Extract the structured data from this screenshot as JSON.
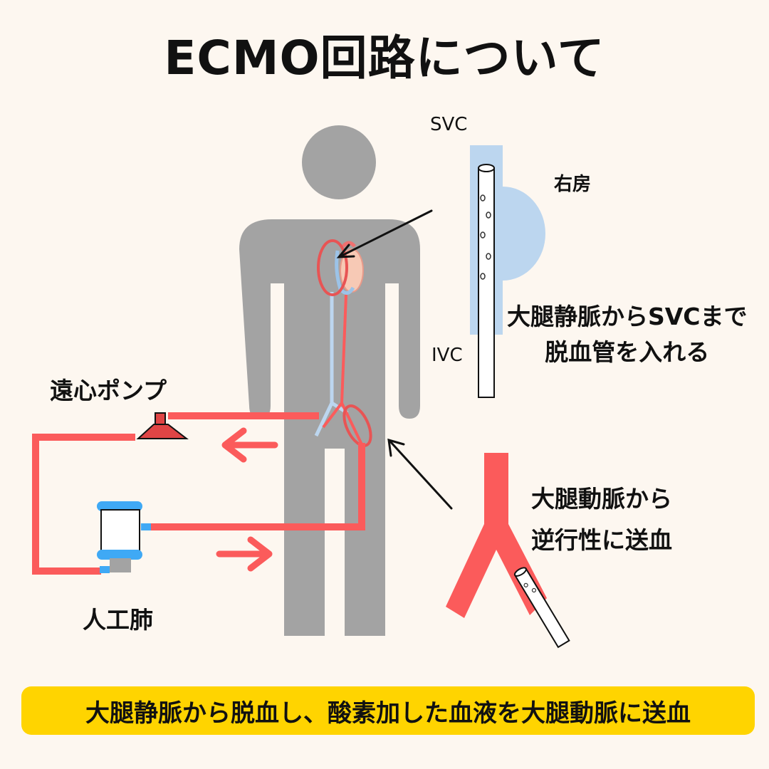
{
  "title": "ECMO回路について",
  "labels": {
    "svc": "SVC",
    "ivc": "IVC",
    "right_atrium": "右房",
    "centrifugal_pump": "遠心ポンプ",
    "artificial_lung": "人工肺"
  },
  "notes": {
    "venous_line1": "大腿静脈からSVCまで",
    "venous_line2": "脱血管を入れる",
    "arterial_line1": "大腿動脈から",
    "arterial_line2": "逆行性に送血"
  },
  "summary": "大腿静脈から脱血し、酸素加した血液を大腿動脈に送血",
  "colors": {
    "background": "#fdf7f0",
    "body_silhouette": "#a3a3a3",
    "circuit_red": "#fb5b5b",
    "vein_blue": "#bcd6ef",
    "pump_red": "#e04545",
    "oxygenator_blue": "#3fa9f5",
    "highlight_yellow": "#ffd400",
    "text": "#111111"
  },
  "icons": [
    "human-body-silhouette-icon",
    "heart-icon",
    "centrifugal-pump-icon",
    "oxygenator-icon",
    "cannula-icon",
    "arrow-icon"
  ]
}
